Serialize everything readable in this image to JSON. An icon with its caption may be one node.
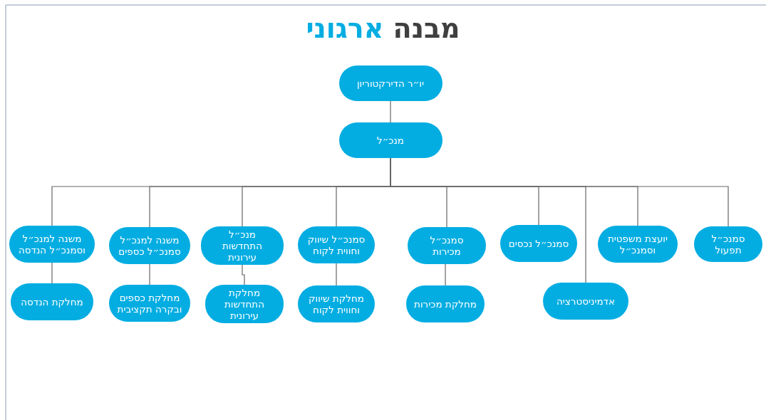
{
  "diagram": {
    "title": "מבנה ארגוני",
    "nodes": [
      {
        "text": [
          "יו״ר הדירקטוריון"
        ]
      },
      {
        "text": [
          "מנכ״ל"
        ]
      },
      {
        "text": [
          "סמנכ״ל תפעול"
        ]
      },
      {
        "text": [
          "יועצת משפטית וסמנכ״ל"
        ]
      },
      {
        "text": [
          "סמנכ״ל נכסים"
        ]
      },
      {
        "text": [
          "אדמיניסטרציה"
        ]
      },
      {
        "text": [
          "סמנכ״ל מכירות"
        ]
      },
      {
        "text": [
          "סמנכ״ל שיווק וחווית לקוח"
        ]
      },
      {
        "text": [
          "מנכ״ל התחדשות עירונית"
        ]
      },
      {
        "text": [
          "משנה למנכ״ל סמנכ״ל כספים"
        ]
      },
      {
        "text": [
          "משנה למנכ״ל וסמנכ״ל הנדסה"
        ]
      },
      {
        "text": [
          "מחלקת מכירות"
        ]
      },
      {
        "text": [
          "מחלקת שיווק וחווית לקוח"
        ]
      },
      {
        "text": [
          "מחלקת התחדשות עירונית"
        ]
      },
      {
        "text": [
          "מחלקת כספים ובקרה תקציבית"
        ]
      },
      {
        "text": [
          "מחלקת הנדסה"
        ]
      }
    ],
    "edges": [
      {
        "from": 0,
        "to": 1,
        "arrow": "none"
      },
      {
        "from": 1,
        "to": 2,
        "arrow": "none"
      },
      {
        "from": 1,
        "to": 3,
        "arrow": "none"
      },
      {
        "from": 1,
        "to": 4,
        "arrow": "none"
      },
      {
        "from": 1,
        "to": 5,
        "arrow": "none"
      },
      {
        "from": 1,
        "to": 6,
        "arrow": "none"
      },
      {
        "from": 1,
        "to": 7,
        "arrow": "none"
      },
      {
        "from": 1,
        "to": 8,
        "arrow": "none"
      },
      {
        "from": 1,
        "to": 9,
        "arrow": "none"
      },
      {
        "from": 1,
        "to": 10,
        "arrow": "none"
      },
      {
        "from": 6,
        "to": 11,
        "arrow": "none"
      },
      {
        "from": 7,
        "to": 12,
        "arrow": "none"
      },
      {
        "from": 8,
        "to": 13,
        "arrow": "none"
      },
      {
        "from": 9,
        "to": 14,
        "arrow": "none"
      },
      {
        "from": 10,
        "to": 15,
        "arrow": "none"
      }
    ]
  }
}
